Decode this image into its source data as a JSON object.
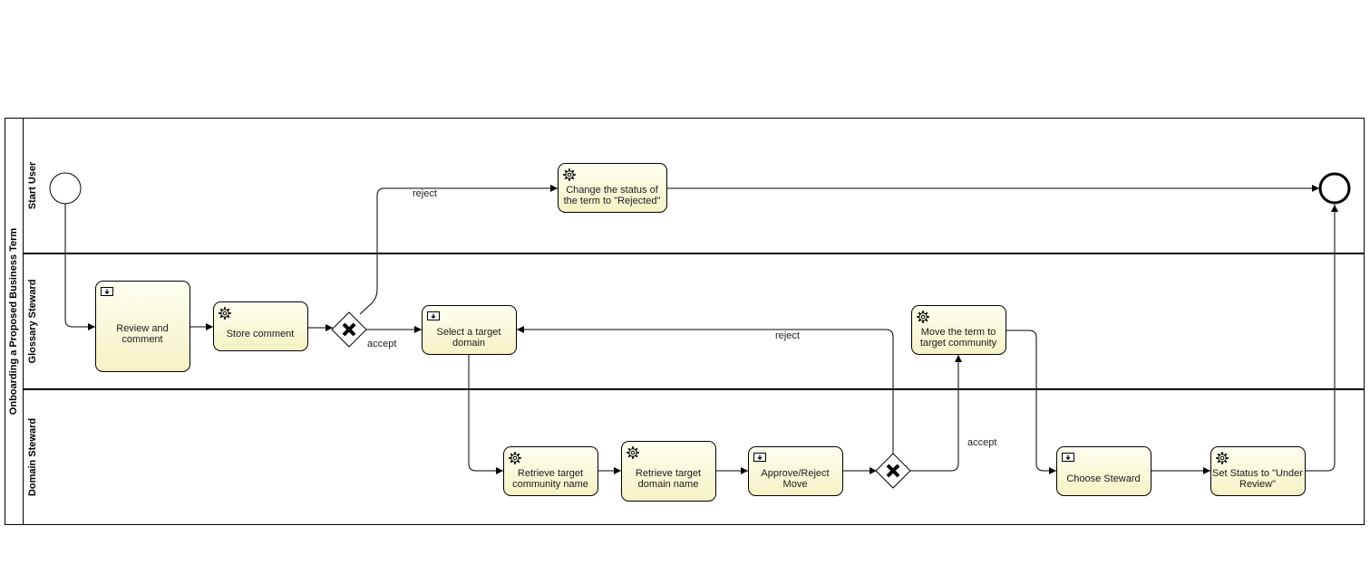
{
  "pool": {
    "label": "Onboarding a Proposed Business Term"
  },
  "lanes": [
    {
      "id": "start-user",
      "label": "Start User"
    },
    {
      "id": "glossary-steward",
      "label": "Glossary Steward"
    },
    {
      "id": "domain-steward",
      "label": "Domain Steward"
    }
  ],
  "tasks": {
    "change_status": {
      "lines": [
        "Change the status of",
        "the term to \"Rejected\""
      ],
      "icon": "gear-icon"
    },
    "review_comment": {
      "lines": [
        "Review and",
        "comment"
      ],
      "icon": "user-task-icon"
    },
    "store_comment": {
      "lines": [
        "Store comment"
      ],
      "icon": "gear-icon"
    },
    "select_domain": {
      "lines": [
        "Select a target",
        "domain"
      ],
      "icon": "user-task-icon"
    },
    "move_term": {
      "lines": [
        "Move the term to",
        "target community"
      ],
      "icon": "gear-icon"
    },
    "retrieve_community": {
      "lines": [
        "Retrieve target",
        "community name"
      ],
      "icon": "gear-icon"
    },
    "retrieve_domain": {
      "lines": [
        "Retrieve target",
        "domain name"
      ],
      "icon": "gear-icon"
    },
    "approve_reject": {
      "lines": [
        "Approve/Reject",
        "Move"
      ],
      "icon": "user-task-icon"
    },
    "choose_steward": {
      "lines": [
        "Choose Steward"
      ],
      "icon": "user-task-icon"
    },
    "set_status": {
      "lines": [
        "Set Status to \"Under",
        "Review\""
      ],
      "icon": "gear-icon"
    }
  },
  "flow_labels": {
    "reject_1": "reject",
    "accept_1": "accept",
    "reject_2": "reject",
    "accept_2": "accept"
  },
  "colors": {
    "task_fill_top": "#fffff2",
    "task_fill_bottom": "#f4f2c4",
    "stroke": "#000000"
  }
}
